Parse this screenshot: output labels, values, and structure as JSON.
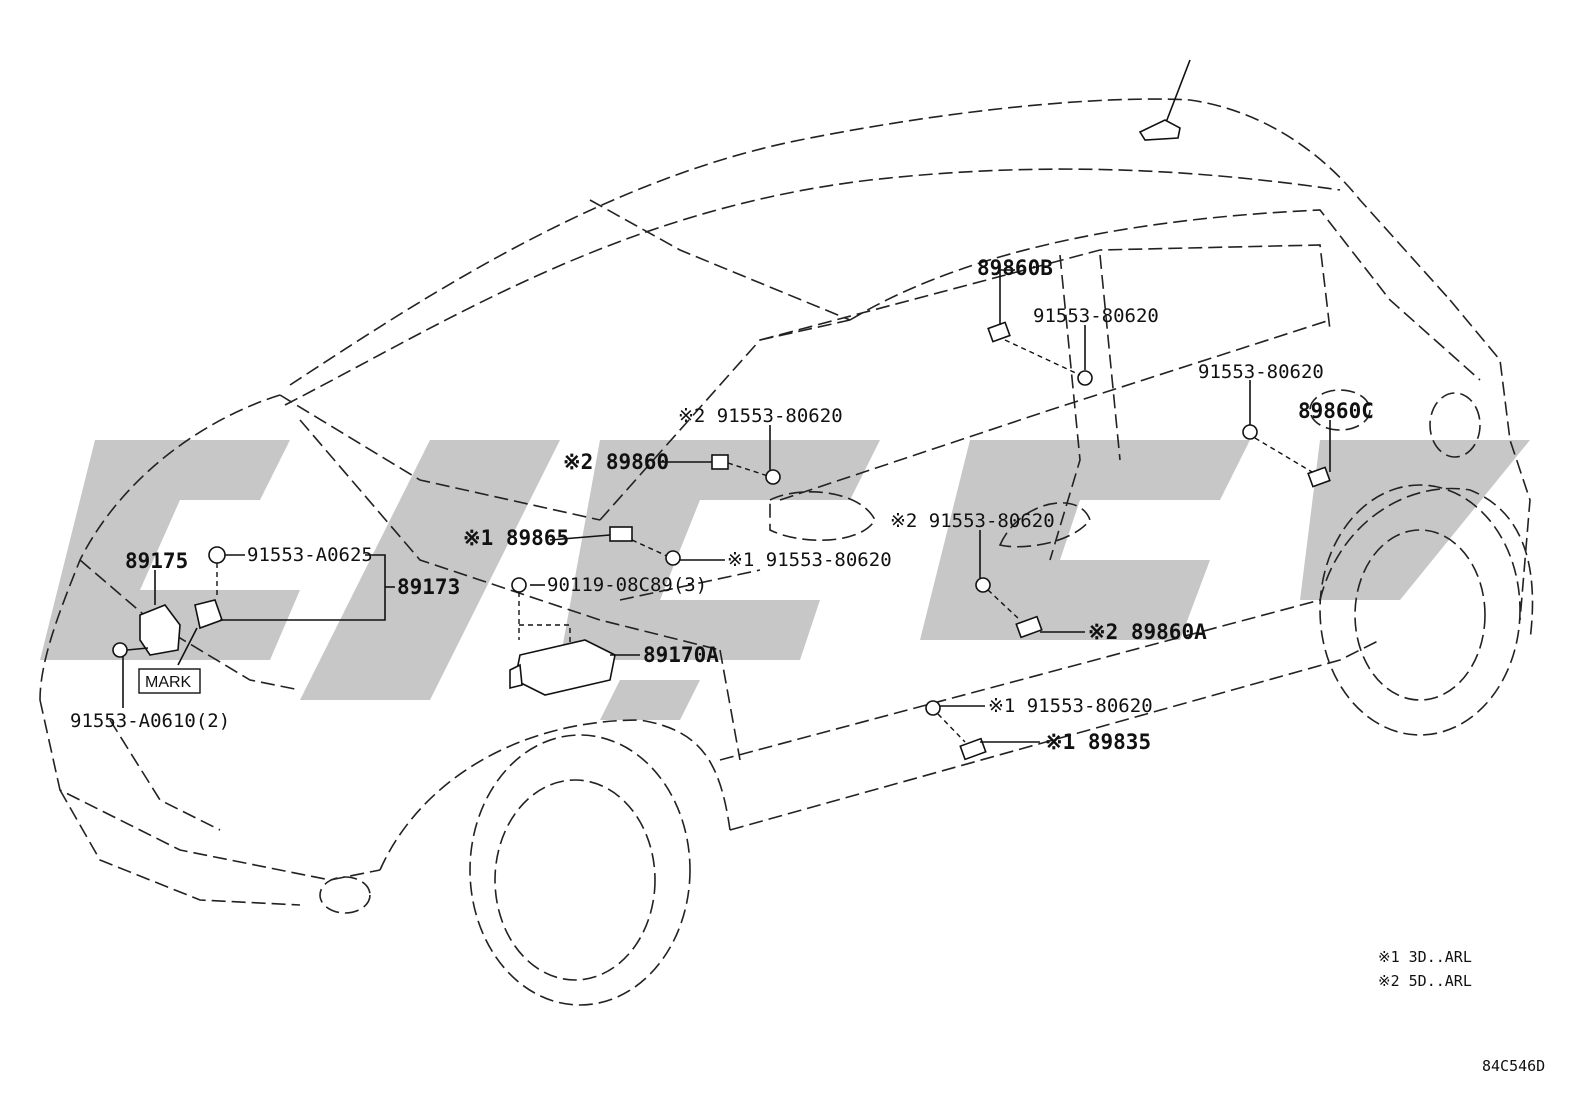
{
  "callouts": {
    "p89860B": "89860B",
    "b89860B": "91553-80620",
    "b89860C": "91553-80620",
    "p89860C": "89860C",
    "b89860": "※2 91553-80620",
    "p89860": "※2 89860",
    "p89865": "※1 89865",
    "b89865": "※1 91553-80620",
    "b89860A": "※2 91553-80620",
    "p89860A": "※2 89860A",
    "p89175": "89175",
    "b89175": "91553-A0625",
    "p89173": "89173",
    "b89170A": "90119-08C89(3)",
    "p89170A": "89170A",
    "mark": "MARK",
    "b89175b": "91553-A0610(2)",
    "b89835": "※1 91553-80620",
    "p89835": "※1 89835"
  },
  "legend": {
    "n1": "※1 3D..ARL",
    "n2": "※2 5D..ARL"
  },
  "diagram_id": "84C546D",
  "colors": {
    "line": "#222222",
    "watermark": "#bdbdbd"
  },
  "icons": [
    "antenna-icon",
    "sensor-icon",
    "bolt-icon",
    "airbag-ecu-icon"
  ]
}
